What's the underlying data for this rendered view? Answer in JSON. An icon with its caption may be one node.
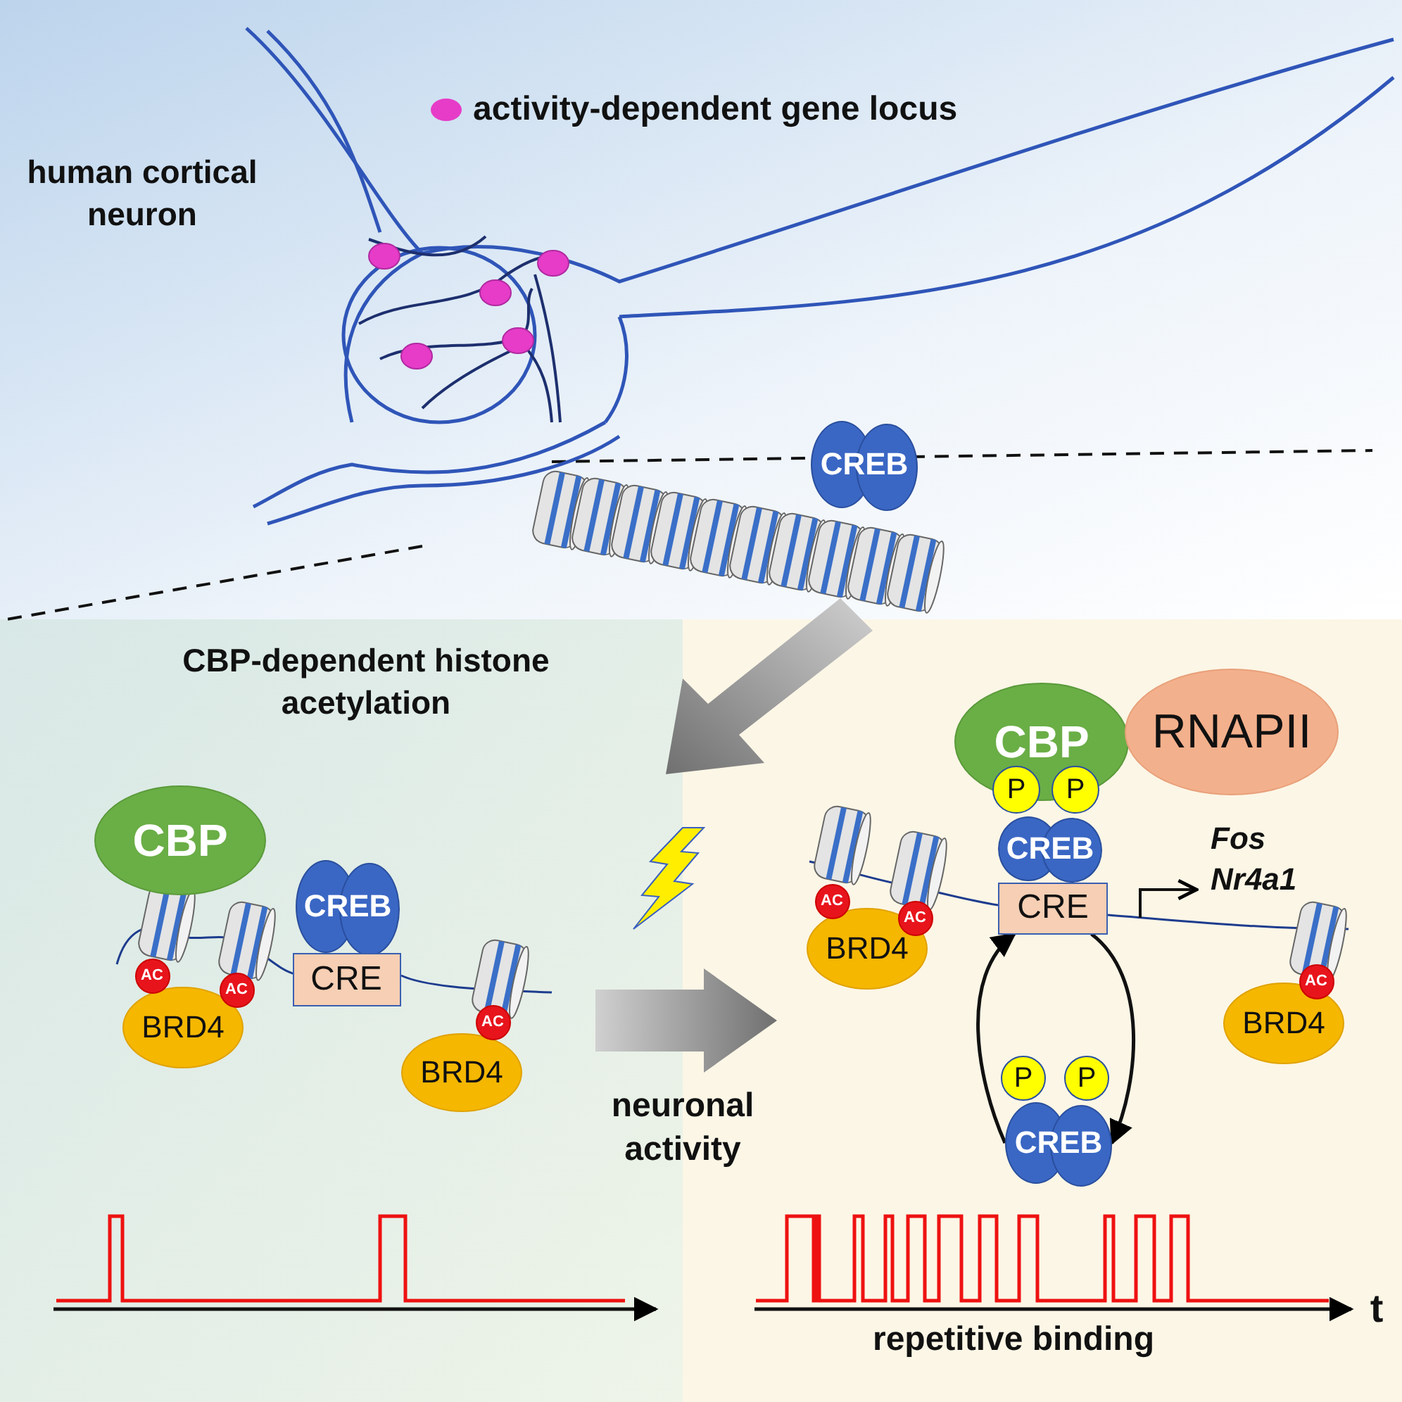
{
  "diagram": {
    "nodes": [
      {
        "text": [
          "CREB"
        ]
      },
      {
        "text": [
          "CBP"
        ]
      },
      {
        "text": [
          "CREB"
        ]
      },
      {
        "text": [
          "CRE"
        ]
      },
      {
        "text": [
          "AC"
        ]
      },
      {
        "text": [
          "AC"
        ]
      },
      {
        "text": [
          "AC"
        ]
      },
      {
        "text": [
          "BRD4"
        ]
      },
      {
        "text": [
          "BRD4"
        ]
      },
      {
        "text": [
          "CBP"
        ]
      },
      {
        "text": [
          "RNAPII"
        ]
      },
      {
        "text": [
          "P"
        ]
      },
      {
        "text": [
          "P"
        ]
      },
      {
        "text": [
          "CREB"
        ]
      },
      {
        "text": [
          "CRE"
        ]
      },
      {
        "text": [
          "AC"
        ]
      },
      {
        "text": [
          "AC"
        ]
      },
      {
        "text": [
          "AC"
        ]
      },
      {
        "text": [
          "BRD4"
        ]
      },
      {
        "text": [
          "BRD4"
        ]
      },
      {
        "text": [
          "P"
        ]
      },
      {
        "text": [
          "P"
        ]
      },
      {
        "text": [
          "CREB"
        ]
      }
    ],
    "edges": [
      {
        "from": 14,
        "to": 22,
        "arrow": "to"
      },
      {
        "from": 22,
        "to": 14,
        "arrow": "to"
      }
    ],
    "labels": [
      "human cortical neuron",
      "CBP-dependent histone acetylation",
      "neuronal activity",
      "Fos Nr4a1",
      "repetitive binding",
      "t"
    ],
    "legend": [
      {
        "text": "activity-dependent gene locus",
        "color": "#e63cc8"
      }
    ]
  }
}
